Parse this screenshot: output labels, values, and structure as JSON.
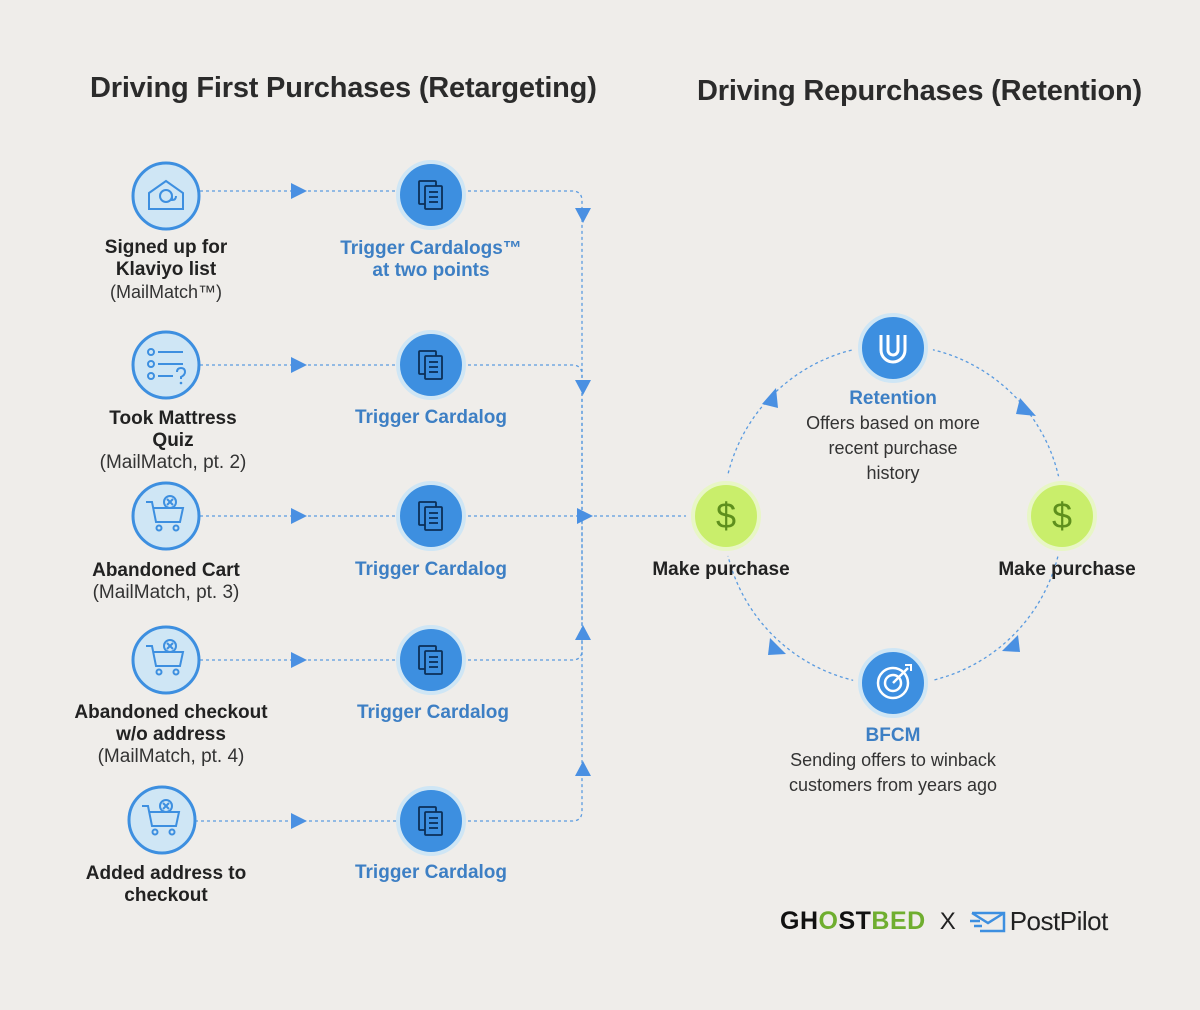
{
  "titles": {
    "left": "Driving First Purchases (Retargeting)",
    "right": "Driving Repurchases (Retention)"
  },
  "sources": [
    {
      "icon": "email-icon",
      "lines": [
        "Signed up for",
        "Klaviyo list"
      ],
      "sub": [
        "(MailMatch™)"
      ]
    },
    {
      "icon": "quiz-list-icon",
      "lines": [
        "Took Mattress",
        "Quiz"
      ],
      "sub": [
        "(MailMatch, pt. 2)"
      ]
    },
    {
      "icon": "cart-icon",
      "lines": [
        "Abandoned Cart"
      ],
      "sub": [
        "(MailMatch, pt. 3)"
      ]
    },
    {
      "icon": "cart-icon",
      "lines": [
        "Abandoned checkout",
        "w/o address"
      ],
      "sub": [
        "(MailMatch, pt. 4)"
      ]
    },
    {
      "icon": "cart-icon",
      "lines": [
        "Added address to",
        "checkout"
      ],
      "sub": []
    }
  ],
  "triggers": [
    {
      "icon": "document-icon",
      "lines": [
        "Trigger Cardalogs™",
        "at two points"
      ]
    },
    {
      "icon": "document-icon",
      "lines": [
        "Trigger Cardalog"
      ]
    },
    {
      "icon": "document-icon",
      "lines": [
        "Trigger Cardalog"
      ]
    },
    {
      "icon": "document-icon",
      "lines": [
        "Trigger Cardalog"
      ]
    },
    {
      "icon": "document-icon",
      "lines": [
        "Trigger Cardalog"
      ]
    }
  ],
  "cycle": {
    "retention": {
      "icon": "magnet-icon",
      "title": "Retention",
      "lines": [
        "Offers based on more",
        "recent purchase",
        "history"
      ]
    },
    "bfcm": {
      "icon": "target-icon",
      "title": "BFCM",
      "lines": [
        "Sending offers to winback",
        "customers from years ago"
      ]
    },
    "purchase_left": {
      "icon": "dollar-icon",
      "label": "Make purchase"
    },
    "purchase_right": {
      "icon": "dollar-icon",
      "label": "Make purchase"
    }
  },
  "logos": {
    "ghost": "GH",
    "ghost_o": "O",
    "ghost_st": "ST",
    "ghost_bed": "BED",
    "x": "X",
    "postpilot": "PostPilot"
  },
  "colors": {
    "background": "#efedea",
    "icon_blue": "#3d8fe0",
    "icon_light": "#cfe6f5",
    "accent_green": "#c9ee6b",
    "label_blue": "#3d7fc4",
    "dash_line": "#5a9be0"
  }
}
